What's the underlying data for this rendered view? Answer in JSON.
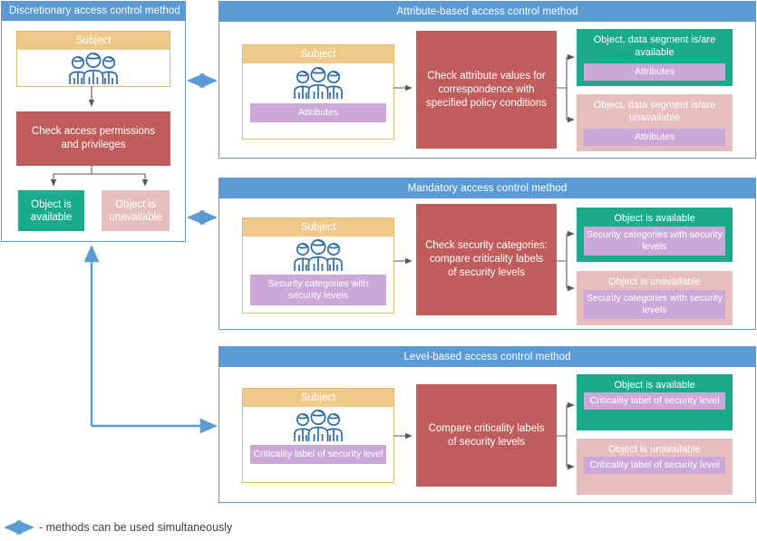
{
  "legend": {
    "arrow_icon": "double-headed-arrow-icon",
    "text": "- methods can be used simultaneously",
    "arrow_color": "#5B9BD5"
  },
  "colors": {
    "panel_border": "#5B9BD5",
    "panel_header": "#5B9BD5",
    "subject_header": "#EFC98A",
    "subject_border": "#E5B96B",
    "process": "#C15C5C",
    "available": "#1BAB8C",
    "unavailable": "#E7BEBE",
    "tag": "#CBA8D8",
    "connector": "#595959"
  },
  "panels": {
    "discretionary": {
      "title": "Discretionary access control method",
      "subject": {
        "title": "Subject",
        "icon": "people-group-icon"
      },
      "process": "Check access permissions and privileges",
      "results": [
        {
          "label": "Object is available",
          "state": "available"
        },
        {
          "label": "Object is unavailable",
          "state": "unavailable"
        }
      ]
    },
    "attribute": {
      "title": "Attribute-based access control method",
      "subject": {
        "title": "Subject",
        "icon": "people-group-icon",
        "tag": "Attributes"
      },
      "process": "Check attribute values for correspondence with specified policy conditions",
      "results": [
        {
          "label": "Object, data segment is/are available",
          "tag": "Attributes",
          "state": "available"
        },
        {
          "label": "Object, data segment is/are unavailable",
          "tag": "Attributes",
          "state": "unavailable"
        }
      ]
    },
    "mandatory": {
      "title": "Mandatory access control method",
      "subject": {
        "title": "Subject",
        "icon": "people-group-icon",
        "tag": "Security categories with security levels"
      },
      "process": "Check security categories: compare criticality labels of security levels",
      "results": [
        {
          "label": "Object is available",
          "tag": "Security categories with security levels",
          "state": "available"
        },
        {
          "label": "Object is unavailable",
          "tag": "Security categories with security levels",
          "state": "unavailable"
        }
      ]
    },
    "level": {
      "title": "Level-based access control method",
      "subject": {
        "title": "Subject",
        "icon": "people-group-icon",
        "tag": "Criticality label of security level"
      },
      "process": "Compare criticality labels of security levels",
      "results": [
        {
          "label": "Object is available",
          "tag": "Criticality label of security level",
          "state": "available"
        },
        {
          "label": "Object is unavailable",
          "tag": "Criticality label of security level",
          "state": "unavailable"
        }
      ]
    }
  }
}
